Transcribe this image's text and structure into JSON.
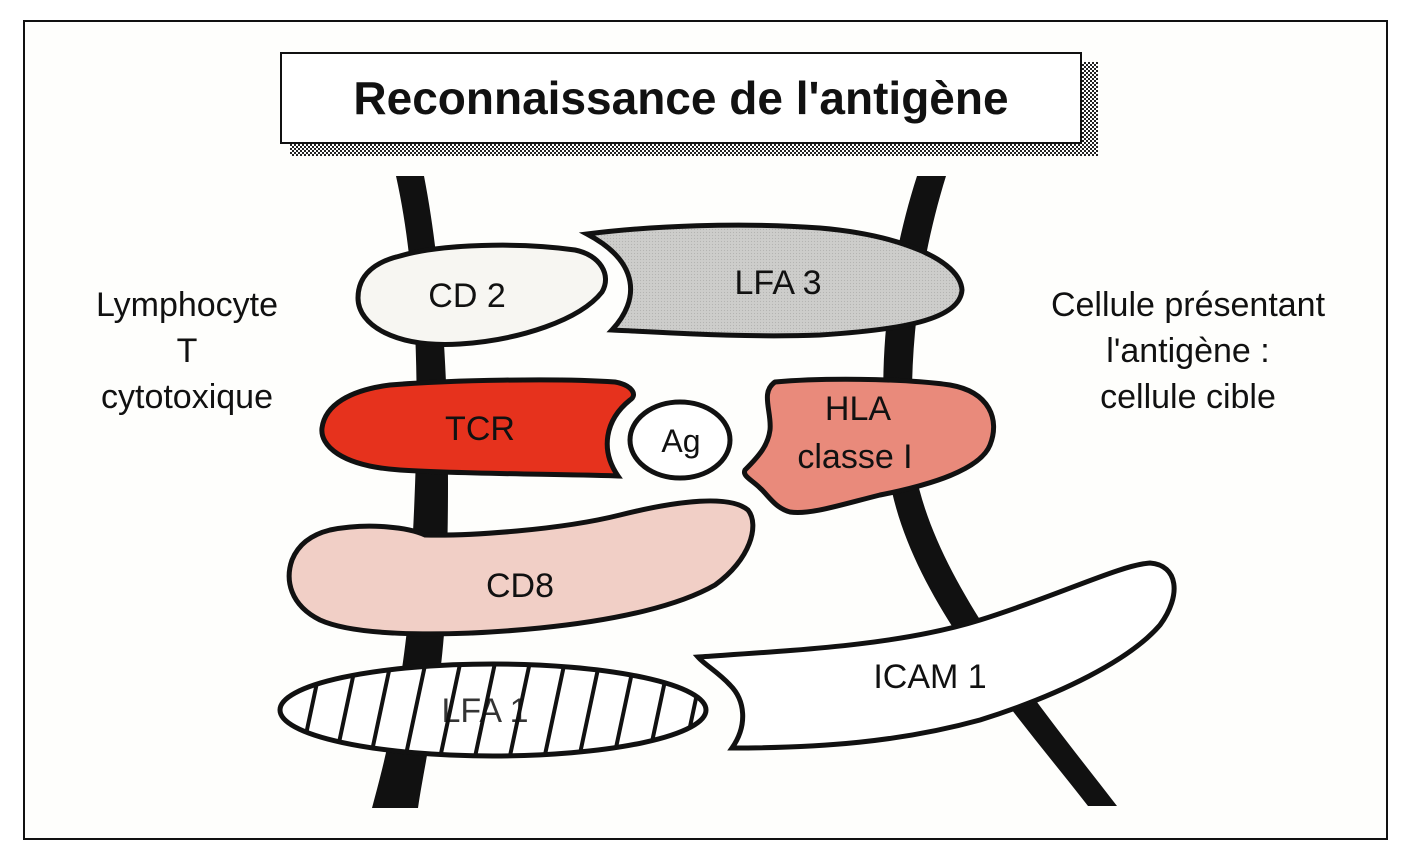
{
  "title": "Reconnaissance de l'antigène",
  "cells": {
    "left": {
      "lines": [
        "Lymphocyte",
        "T",
        "cytotoxique"
      ]
    },
    "right": {
      "lines": [
        "Cellule présentant",
        "l'antigène :",
        "cellule cible"
      ]
    }
  },
  "molecules": {
    "cd2": {
      "label": "CD 2",
      "side": "lymphocyte",
      "color": "#f7f6f2"
    },
    "lfa3": {
      "label": "LFA 3",
      "side": "target-cell",
      "color": "#cdcdcb"
    },
    "tcr": {
      "label": "TCR",
      "side": "lymphocyte",
      "color": "#e6321d"
    },
    "ag": {
      "label": "Ag",
      "side": "between",
      "color": "#ffffff"
    },
    "hla": {
      "label_line1": "HLA",
      "label_line2": "classe I",
      "side": "target-cell",
      "color": "#e98a7b"
    },
    "cd8": {
      "label": "CD8",
      "side": "lymphocyte",
      "color": "#f1cfc6"
    },
    "lfa1": {
      "label": "LFA 1",
      "side": "lymphocyte",
      "pattern": "hatched"
    },
    "icam1": {
      "label": "ICAM 1",
      "side": "target-cell",
      "color": "#ffffff"
    }
  },
  "interactions": [
    [
      "CD 2",
      "LFA 3"
    ],
    [
      "TCR",
      "Ag",
      "HLA classe I"
    ],
    [
      "CD8",
      "HLA classe I"
    ],
    [
      "LFA 1",
      "ICAM 1"
    ]
  ]
}
